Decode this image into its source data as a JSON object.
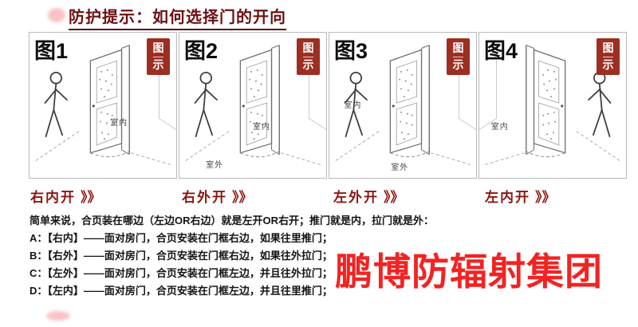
{
  "header": {
    "title": "防护提示：如何选择门的开向"
  },
  "badge": {
    "line1": "图",
    "line2": "示"
  },
  "arrows": "》》",
  "panels": [
    {
      "fig_label": "图1",
      "direction": "右内开",
      "room_labels": {
        "a": "室内"
      }
    },
    {
      "fig_label": "图2",
      "direction": "右外开",
      "room_labels": {
        "a": "室内",
        "b": "室外"
      }
    },
    {
      "fig_label": "图3",
      "direction": "左外开",
      "room_labels": {
        "a": "室内",
        "b": "室外"
      }
    },
    {
      "fig_label": "图4",
      "direction": "左内开",
      "room_labels": {
        "a": "室内"
      }
    }
  ],
  "explanation": {
    "intro": "简单来说，合页装在哪边（左边OR右边）就是左开OR右开；推门就是内，拉门就是外：",
    "item_a": "A：【右内】——面对房门，合页安装在门框右边，如果往里推门；",
    "item_b": "B：【右外】——面对房门，合页安装在门框右边，如果往外拉门；",
    "item_c": "C：【左外】——面对房门，合页安装在门框左边，并且往外拉门；",
    "item_d": "D：【左内】——面对房门，合页安装在门框左边，并且往里推门；"
  },
  "watermark": "鹏博防辐射集团",
  "colors": {
    "title_red": "#6d1012",
    "badge_red": "#9c2e22",
    "direction_red": "#8c150f",
    "watermark_red": "#f11111"
  }
}
